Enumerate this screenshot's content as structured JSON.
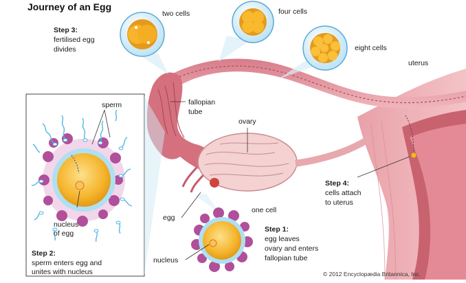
{
  "title": "Journey of an Egg",
  "labels": {
    "two_cells": "two cells",
    "four_cells": "four cells",
    "eight_cells": "eight cells",
    "uterus": "uterus",
    "fallopian_tube": [
      "fallopian",
      "tube"
    ],
    "ovary": "ovary",
    "one_cell": "one cell",
    "egg": "egg",
    "nucleus": "nucleus",
    "sperm": "sperm",
    "nucleus_of_egg": [
      "nucleus",
      "of egg"
    ]
  },
  "steps": {
    "step1": {
      "heading": "Step 1:",
      "lines": [
        "egg leaves",
        "ovary and enters",
        "fallopian tube"
      ]
    },
    "step2": {
      "heading": "Step 2:",
      "lines": [
        "sperm enters egg and",
        "unites with nucleus"
      ]
    },
    "step3": {
      "heading": "Step 3:",
      "lines": [
        "fertilised egg",
        "divides"
      ]
    },
    "step4": {
      "heading": "Step 4:",
      "lines": [
        "cells attach",
        "to uterus"
      ]
    }
  },
  "copyright": "© 2012 Encyclopædia Britannica, Inc.",
  "colors": {
    "tissue": "#e8a6ad",
    "tissue_dark": "#c86a78",
    "ovary": "#f2d0cf",
    "egg_yolk": "#f5b52e",
    "egg_ring": "#aee0f2",
    "corona": "#b04f9a",
    "sperm": "#4fb7e6",
    "bubble": "#d8eef8"
  }
}
